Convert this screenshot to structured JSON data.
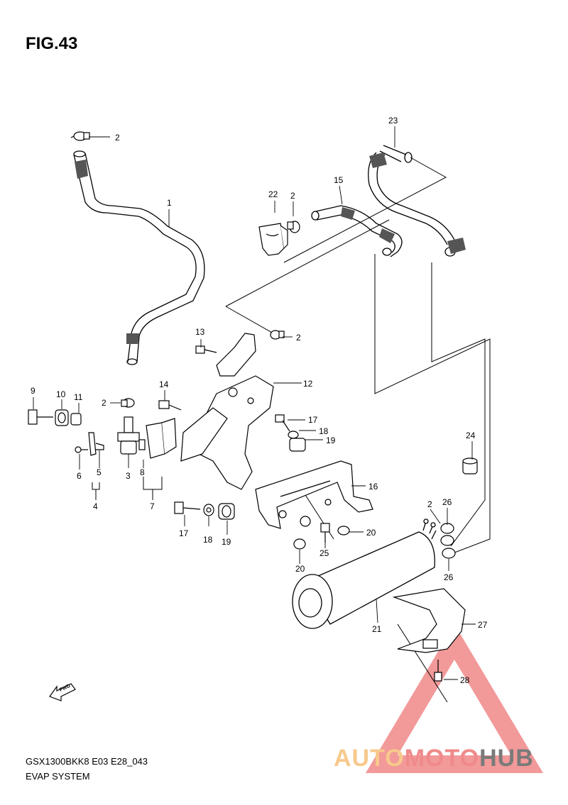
{
  "figure": {
    "title": "FIG.43",
    "model_code": "GSX1300BKK8 E03 E28_043",
    "section_name": "EVAP SYSTEM"
  },
  "callouts": [
    "2",
    "1",
    "22",
    "2",
    "15",
    "23",
    "13",
    "2",
    "12",
    "9",
    "10",
    "11",
    "2",
    "14",
    "17",
    "18",
    "19",
    "3",
    "8",
    "5",
    "6",
    "4",
    "7",
    "16",
    "24",
    "17",
    "18",
    "19",
    "20",
    "25",
    "20",
    "2",
    "26",
    "26",
    "21",
    "27",
    "28"
  ],
  "fwd_label": "FWD",
  "watermark": {
    "part1": "AUTO",
    "part2": "MOTO",
    "part3": "HUB",
    "colors": {
      "part1": "#f7c98c",
      "part2": "#f08a8a",
      "part3": "#7a7a7a",
      "triangle": "#ee7777"
    }
  }
}
